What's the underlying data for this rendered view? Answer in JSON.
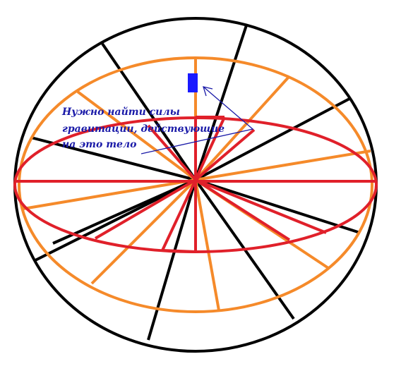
{
  "annotation": {
    "lines": [
      "Нужно найти силы",
      "гравитации, действующие",
      "на это тело"
    ]
  },
  "colors": {
    "outer_sphere": "#000000",
    "meridians": "#f58a2a",
    "equator": "#e0202a",
    "body": "#1a1aff",
    "annotation": "#1a1aa8"
  }
}
